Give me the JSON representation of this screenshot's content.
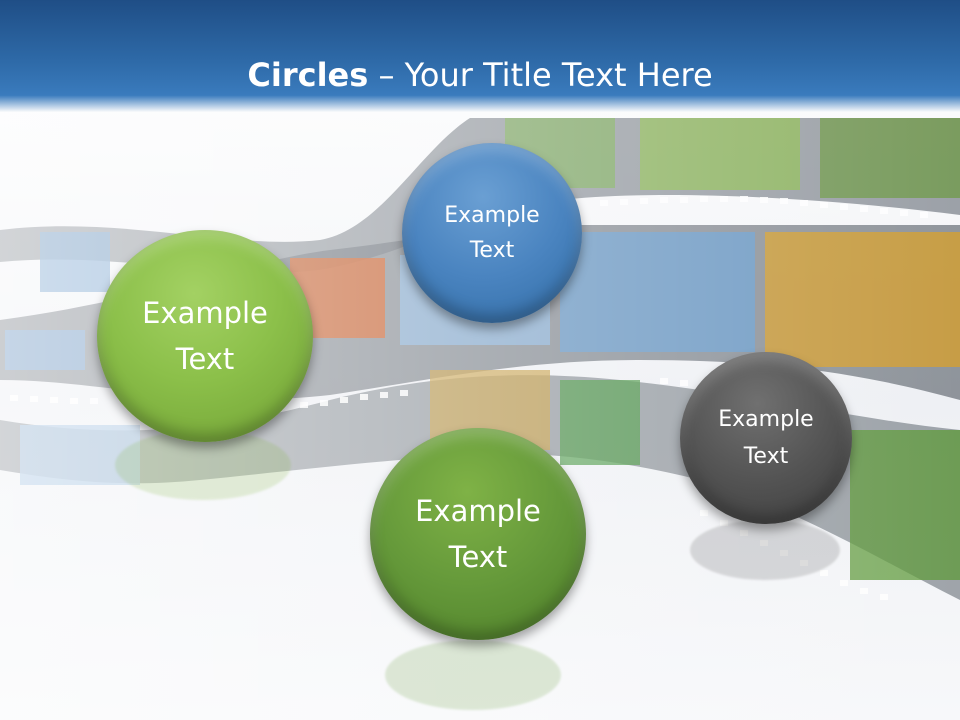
{
  "title": {
    "bold": "Circles",
    "rest": " – Your Title Text Here"
  },
  "circles": [
    {
      "id": "circle-green-left",
      "line1": "Example",
      "line2": "Text",
      "color": "#7fb33a"
    },
    {
      "id": "circle-blue-top",
      "line1": "Example",
      "line2": "Text",
      "color": "#3f7bb8"
    },
    {
      "id": "circle-green-bottom",
      "line1": "Example",
      "line2": "Text",
      "color": "#5e9630"
    },
    {
      "id": "circle-gray-right",
      "line1": "Example",
      "line2": "Text",
      "color": "#4a4a4a"
    }
  ],
  "colors": {
    "title_bar": "#2e6aa8",
    "background": "#eef0f4"
  }
}
